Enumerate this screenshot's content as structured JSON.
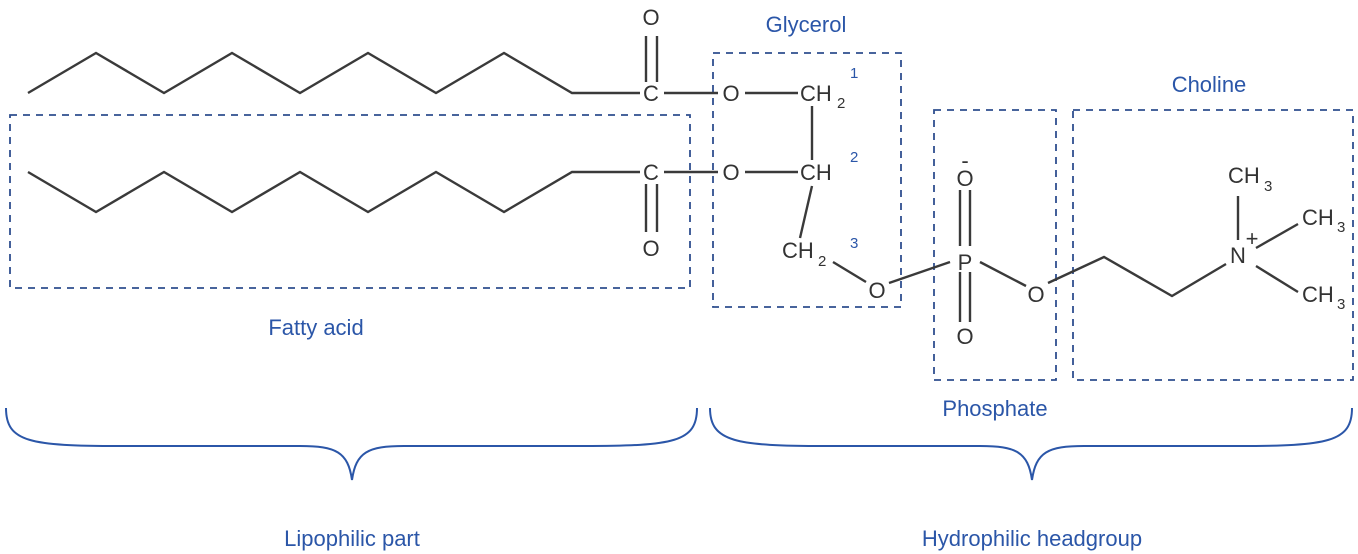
{
  "labels": {
    "glycerol": "Glycerol",
    "choline": "Choline",
    "fatty_acid": "Fatty acid",
    "phosphate": "Phosphate",
    "lipophilic": "Lipophilic part",
    "hydrophilic": "Hydrophilic headgroup"
  },
  "atoms": {
    "o_top": "O",
    "c_top": "C",
    "o_ester1": "O",
    "ch2_top": "CH",
    "ch2_top_sub": "2",
    "c_mid": "C",
    "o_ester2": "O",
    "ch_mid": "CH",
    "o_bottom": "O",
    "ch2_low": "CH",
    "ch2_low_sub": "2",
    "o_link1": "O",
    "o_minus": "O",
    "minus_sign": "-",
    "p": "P",
    "o_pbottom": "O",
    "o_link2": "O",
    "n": "N",
    "plus_sign": "+",
    "ch3_a": "CH",
    "ch3_a_sub": "3",
    "ch3_b": "CH",
    "ch3_b_sub": "3",
    "ch3_c": "CH",
    "ch3_c_sub": "3"
  },
  "positions": {
    "p1": "1",
    "p2": "2",
    "p3": "3"
  },
  "colors": {
    "bond": "#3a3a3a",
    "label": "#2b56a8",
    "box": "#2f4f8f"
  }
}
